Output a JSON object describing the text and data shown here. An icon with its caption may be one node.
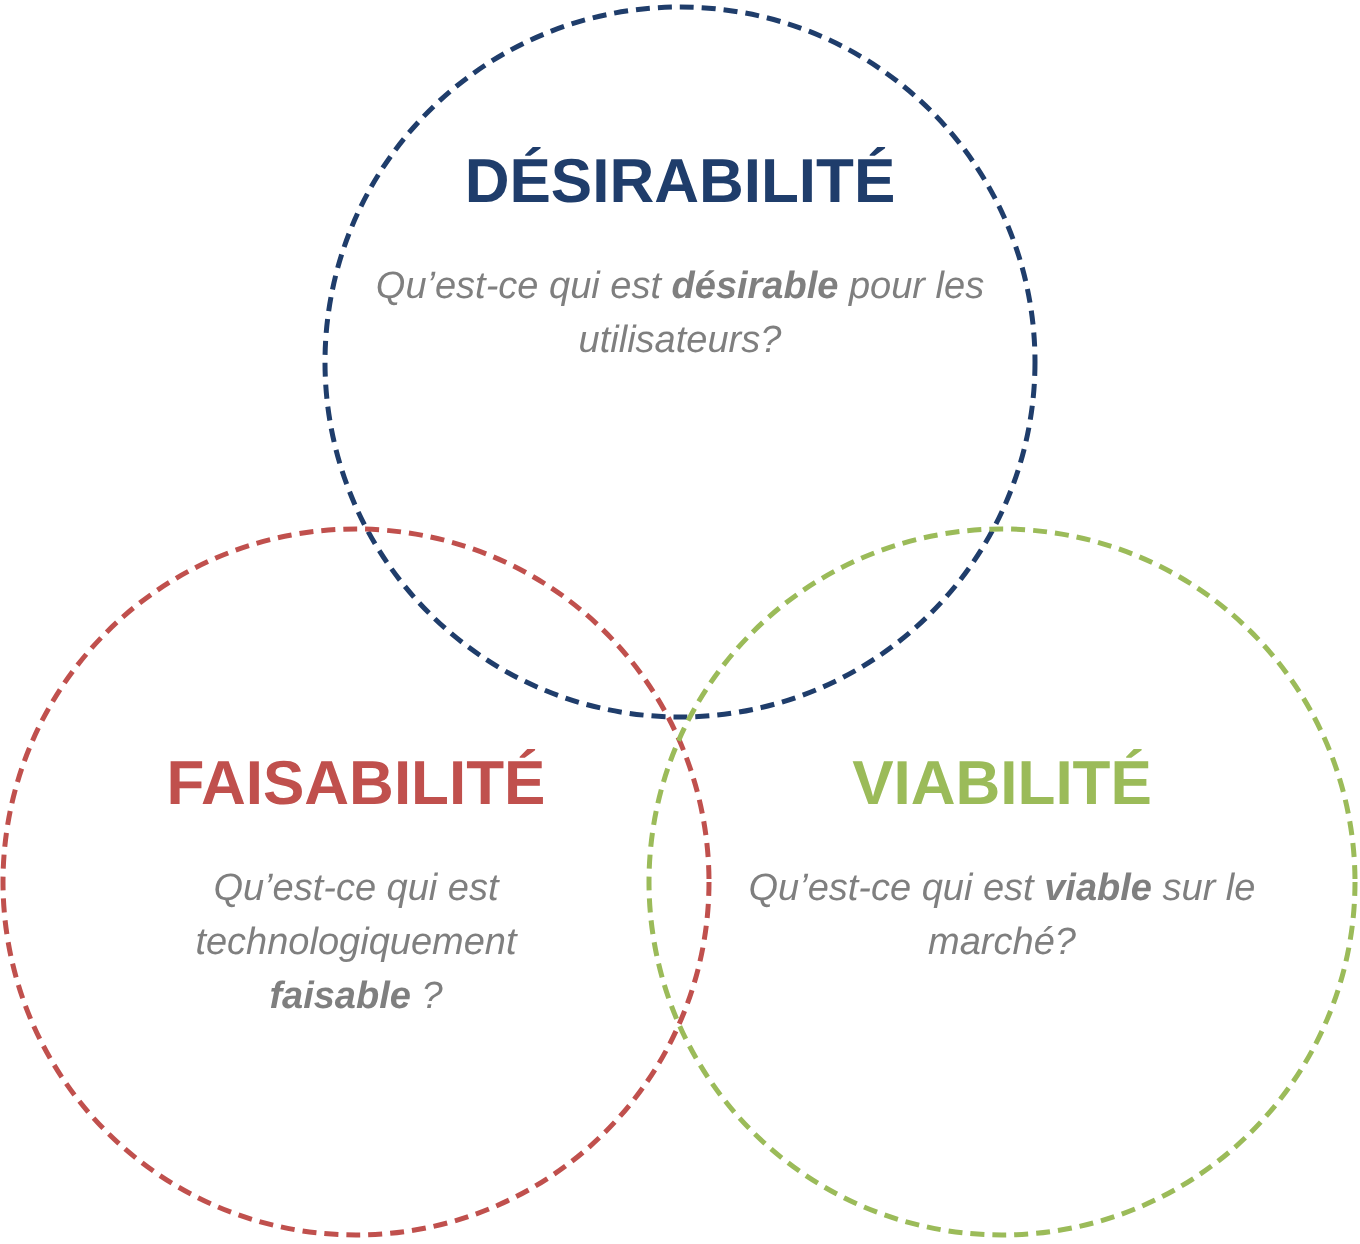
{
  "diagram": {
    "nodes": [
      {
        "text": [
          "DÉSIRABILITÉ",
          "Qu’est-ce qui est **désirable** pour les utilisateurs?"
        ]
      },
      {
        "text": [
          "FAISABILITÉ",
          "Qu’est-ce qui est technologiquement **faisable** ?"
        ]
      },
      {
        "text": [
          "VIABILITÉ",
          "Qu’est-ce qui est **viable** sur le marché?"
        ]
      }
    ]
  }
}
